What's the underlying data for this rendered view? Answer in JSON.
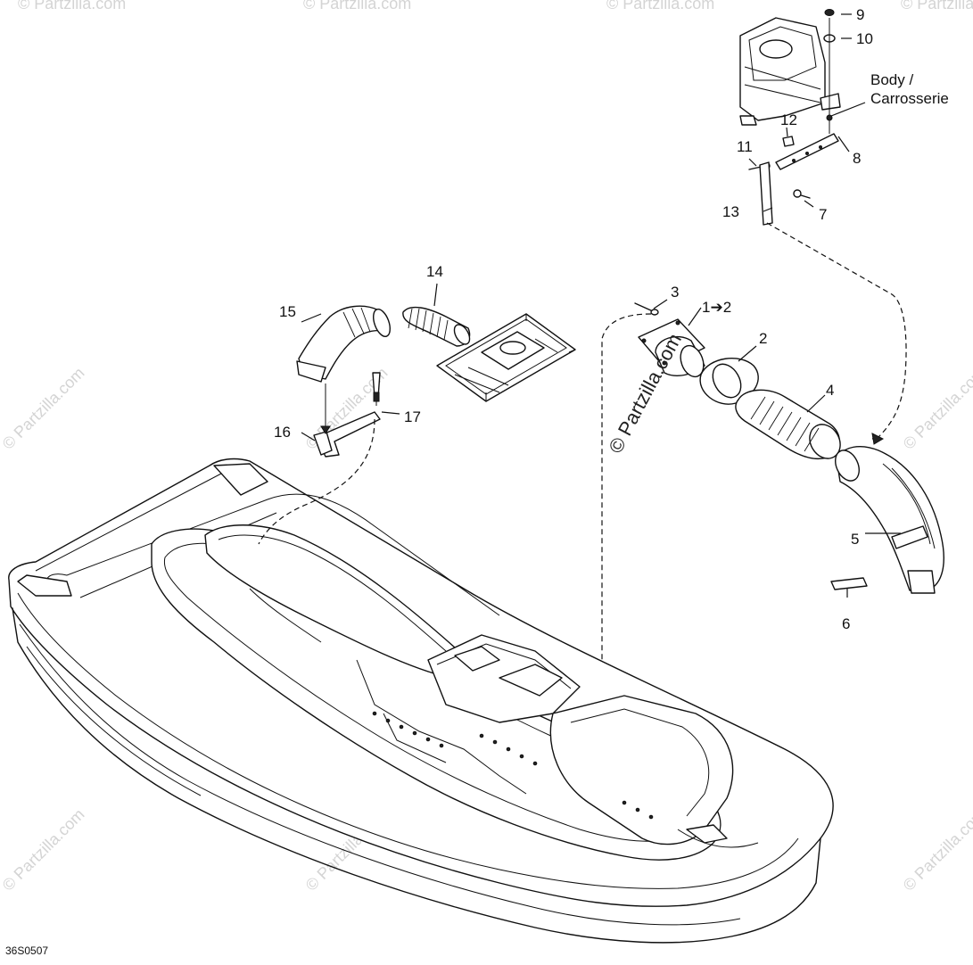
{
  "diagram_code": "36S0507",
  "watermark_text": "© Partzilla.com",
  "callouts": {
    "c1": "1➔2",
    "c2": "2",
    "c3": "3",
    "c4": "4",
    "c5": "5",
    "c6": "6",
    "c7": "7",
    "c8": "8",
    "c9": "9",
    "c10": "10",
    "c11": "11",
    "c12": "12",
    "c13": "13",
    "c14": "14",
    "c15": "15",
    "c16": "16",
    "c17": "17"
  },
  "body_label": {
    "line1": "Body /",
    "line2": "Carrosserie"
  }
}
